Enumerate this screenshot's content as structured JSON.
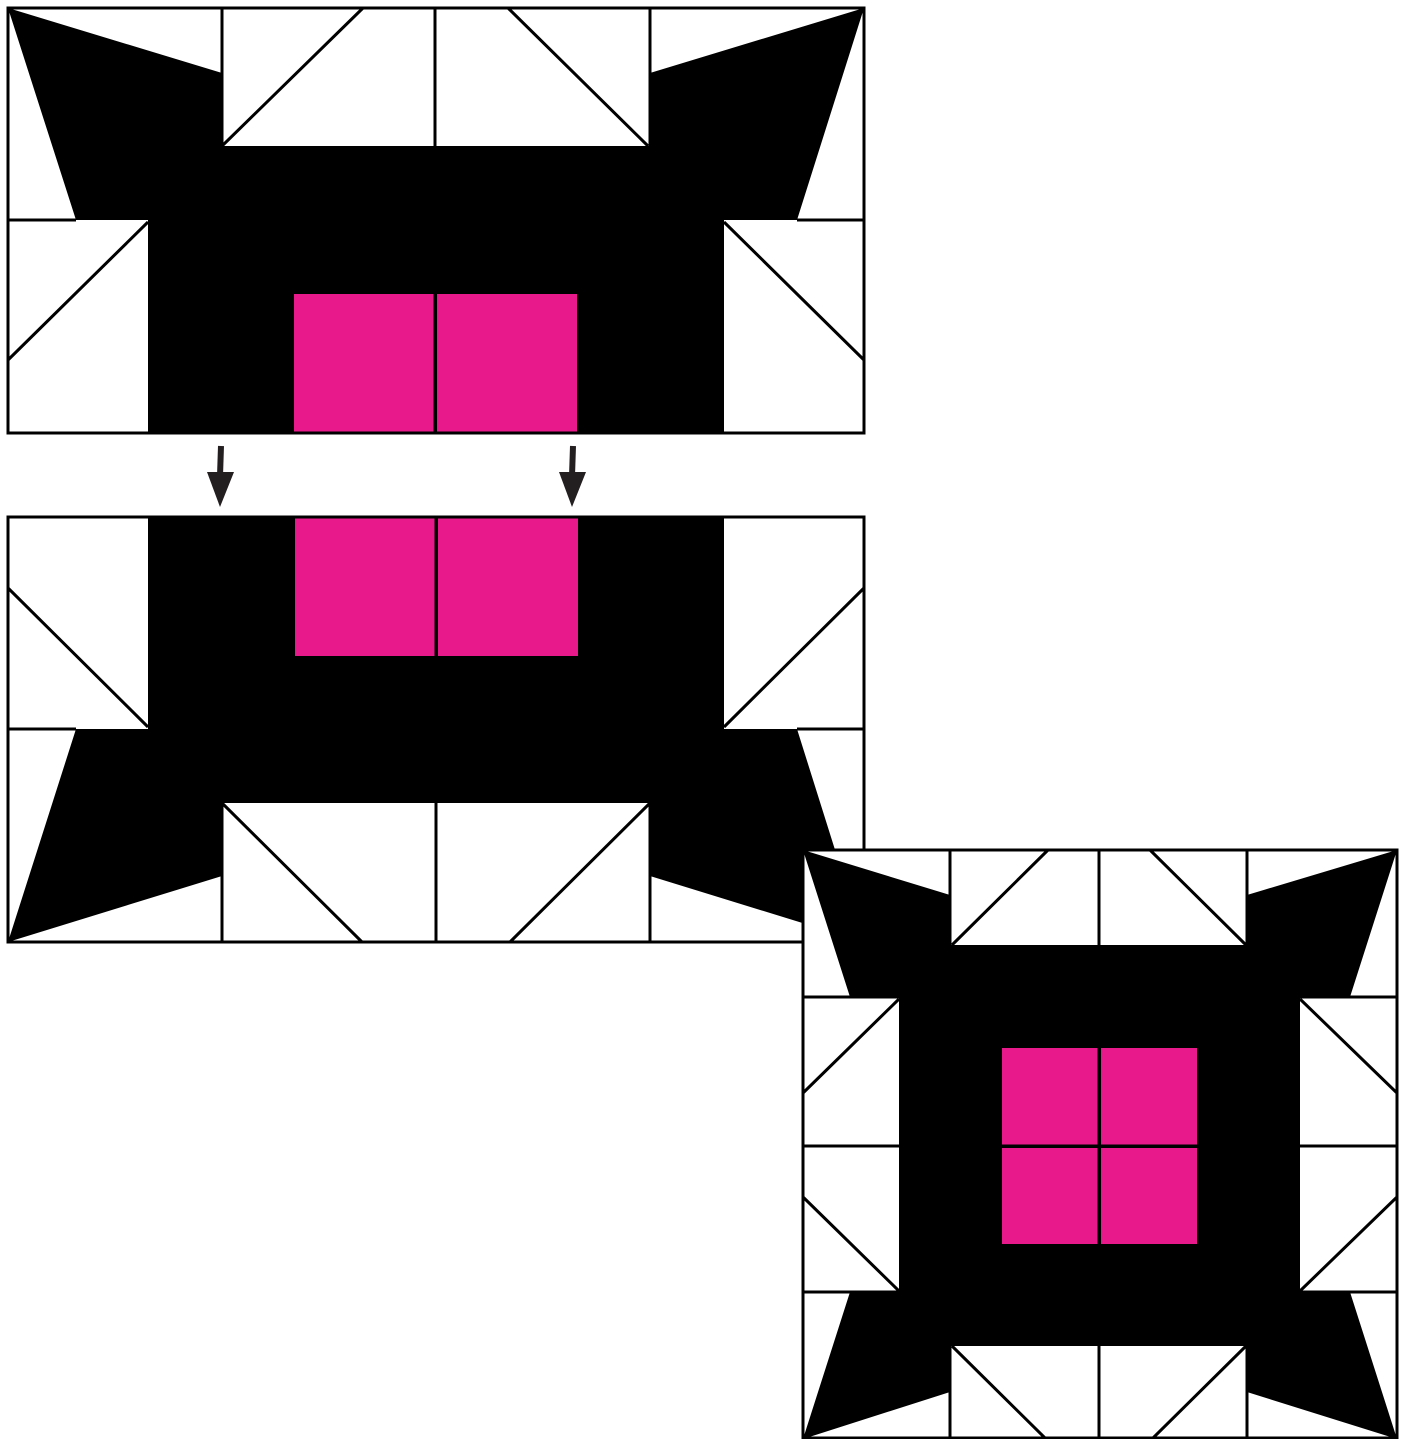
{
  "diagram": {
    "description_visible_text": "",
    "colors": {
      "background": "#ffffff",
      "dark": "#000000",
      "accent": "#e8198b",
      "line": "#000000",
      "arrow": "#231f20"
    },
    "parts": [
      "top-half-block",
      "bottom-half-block",
      "assembled-block"
    ],
    "arrows": 2
  }
}
